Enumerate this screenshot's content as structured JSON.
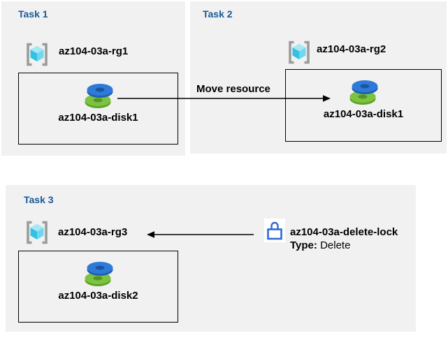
{
  "tasks": [
    {
      "title": "Task 1",
      "resource_group": "az104-03a-rg1",
      "resource": "az104-03a-disk1"
    },
    {
      "title": "Task 2",
      "resource_group": "az104-03a-rg2",
      "resource": "az104-03a-disk1"
    },
    {
      "title": "Task 3",
      "resource_group": "az104-03a-rg3",
      "resource": "az104-03a-disk2"
    }
  ],
  "move_arrow": {
    "label": "Move resource"
  },
  "lock": {
    "name": "az104-03a-delete-lock",
    "type_label": "Type:",
    "type_value": "Delete"
  },
  "icons": {
    "resource_group": "resource-group-icon",
    "disk": "disk-icon",
    "lock": "lock-icon"
  },
  "colors": {
    "panel_bg": "#f1f1f1",
    "title_blue": "#1a5a96",
    "text": "#000000",
    "arrow": "#000000",
    "lock_blue": "#2f6bd7",
    "bracket_gray": "#9b9b9b",
    "cube_top": "#a8e7f4",
    "cube_left": "#33c1e3",
    "cube_right": "#6fd8ef",
    "disk_blue": "#2f7ad8",
    "disk_blue_dark": "#1e61b4",
    "disk_green": "#7cc43e",
    "disk_green_dark": "#5fa32c"
  }
}
